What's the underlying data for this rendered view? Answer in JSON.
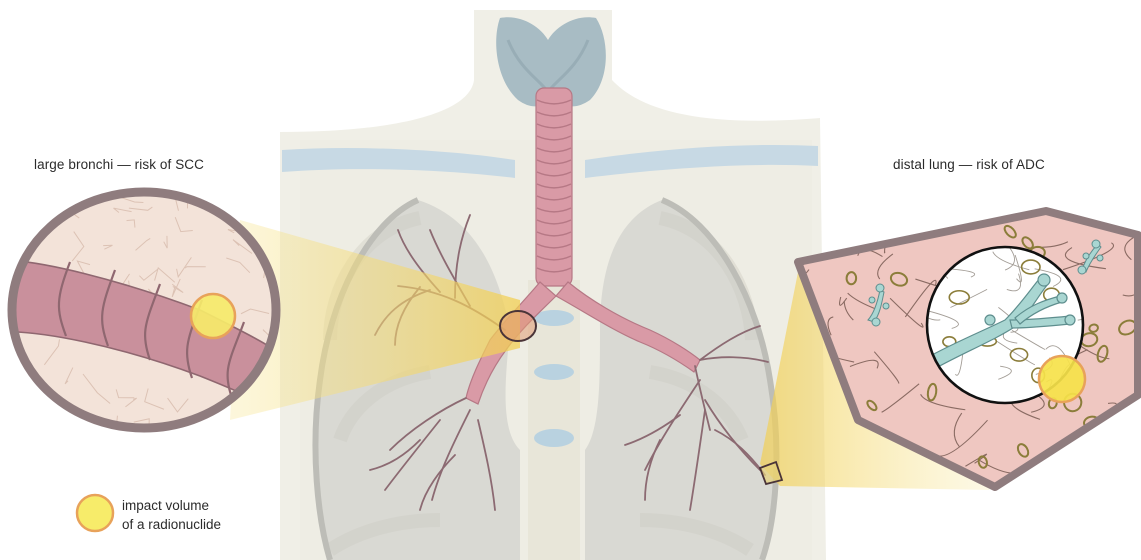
{
  "labels": {
    "left_region": "large bronchi — risk of SCC",
    "right_region": "distal lung — risk of ADC"
  },
  "legend": {
    "line1": "impact volume",
    "line2": "of a radionuclide"
  },
  "colors": {
    "body_silhouette": "#efeee6",
    "trachea": "#d99aa6",
    "bronchial_tree": "#8c6a72",
    "lung_tissue": "#b7b7b3",
    "vessels": "#c7d9e4",
    "thyroid": "#9eb3bd",
    "radionuclide_fill": "#f7e86a",
    "radionuclide_stroke": "#e8a25a",
    "zoom_beam": "#f5e27a",
    "zoom_frame": "#8f7c7e",
    "alveolar_tissue": "#efc7c1"
  }
}
